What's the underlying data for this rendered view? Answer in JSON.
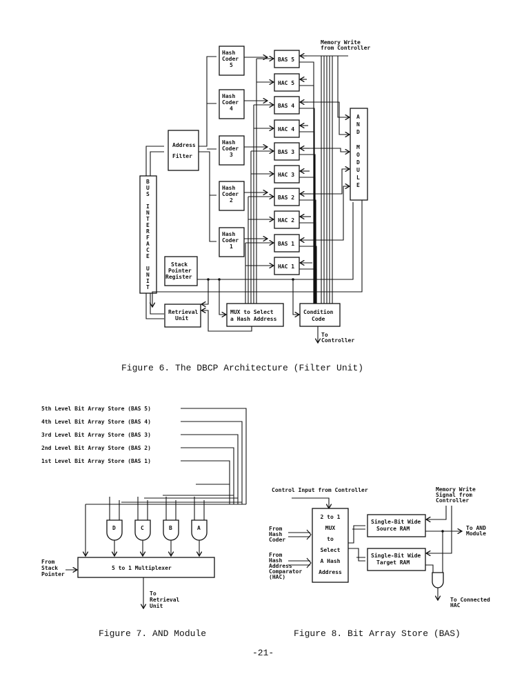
{
  "page_number": "-21-",
  "figure6": {
    "caption": "Figure 6. The DBCP Architecture (Filter Unit)",
    "memory_write": [
      "Memory Write",
      "from Controller"
    ],
    "hash_coders": [
      [
        "Hash",
        "Coder",
        "5"
      ],
      [
        "Hash",
        "Coder",
        "4"
      ],
      [
        "Hash",
        "Coder",
        "3"
      ],
      [
        "Hash",
        "Coder",
        "2"
      ],
      [
        "Hash",
        "Coder",
        "1"
      ]
    ],
    "bas": [
      "BAS 5",
      "BAS 4",
      "BAS 3",
      "BAS 2",
      "BAS 1"
    ],
    "hac": [
      "HAC 5",
      "HAC 4",
      "HAC 3",
      "HAC 2",
      "HAC 1"
    ],
    "address_filter": [
      "Address",
      "Filter"
    ],
    "bus_interface_unit": "BUS INTERFACE UNIT",
    "and_module": "AND MODULE",
    "stack_pointer": [
      "Stack",
      "Pointer",
      "Register"
    ],
    "retrieval_unit": [
      "Retrieval",
      "Unit"
    ],
    "mux": [
      "MUX to Select",
      "a Hash Address"
    ],
    "condition_code": [
      "Condition",
      "Code"
    ],
    "to_controller": [
      "To",
      "Controller"
    ]
  },
  "figure7": {
    "caption": "Figure 7. AND Module",
    "levels": [
      "5th Level Bit Array Store (BAS 5)",
      "4th Level Bit Array Store (BAS 4)",
      "3rd Level Bit Array Store (BAS 3)",
      "2nd Level Bit Array Store (BAS 2)",
      "1st Level Bit Array Store (BAS 1)"
    ],
    "gates": [
      "D",
      "C",
      "B",
      "A"
    ],
    "multiplexer": "5 to 1 Multiplexer",
    "from_stack": [
      "From",
      "Stack",
      "Pointer"
    ],
    "to_retrieval": [
      "To",
      "Retrieval",
      "Unit"
    ]
  },
  "figure8": {
    "caption": "Figure 8. Bit Array Store (BAS)",
    "control_input": "Control Input from Controller",
    "mux_lines": [
      "2 to 1",
      "MUX",
      "to",
      "Select",
      "A Hash",
      "Address"
    ],
    "from_hash_coder": [
      "From",
      "Hash",
      "Coder"
    ],
    "from_hac": [
      "From",
      "Hash",
      "Address",
      "Comparator",
      "(HAC)"
    ],
    "source_ram": [
      "Single-Bit Wide",
      "Source RAM"
    ],
    "target_ram": [
      "Single-Bit Wide",
      "Target RAM"
    ],
    "memory_write": [
      "Memory Write",
      "Signal from",
      "Controller"
    ],
    "to_and": [
      "To AND",
      "Module"
    ],
    "to_hac": [
      "To Connected",
      "HAC"
    ]
  }
}
